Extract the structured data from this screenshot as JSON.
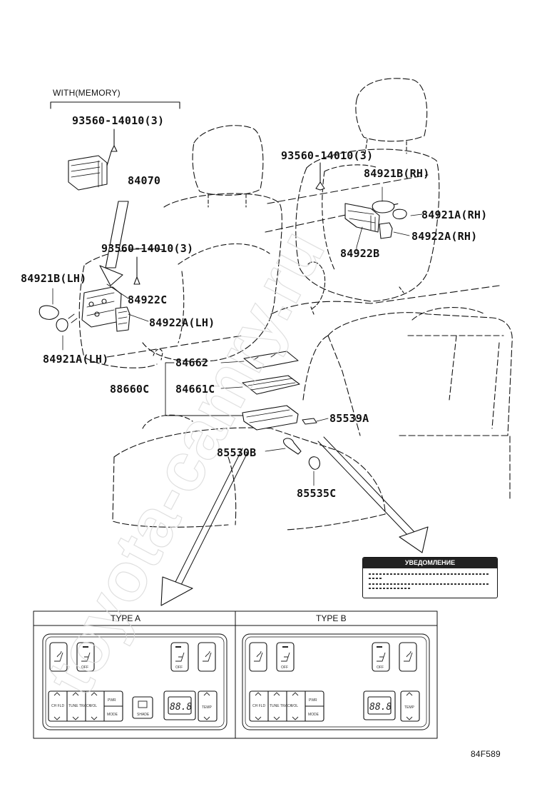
{
  "labels": {
    "with_memory": "WITH(MEMORY)",
    "p93560_top": "93560-14010(3)",
    "p84070": "84070",
    "p93560_mid": "93560-14010(3)",
    "p84921b_lh": "84921B(LH)",
    "p84922c": "84922C",
    "p84922a_lh": "84922A(LH)",
    "p84921a_lh": "84921A(LH)",
    "p93560_right": "93560-14010(3)",
    "p84921b_rh": "84921B(RH)",
    "p84921a_rh": "84921A(RH)",
    "p84922a_rh": "84922A(RH)",
    "p84922b": "84922B",
    "p84662": "84662",
    "p88660c": "88660C",
    "p84661c": "84661C",
    "p85539a": "85539A",
    "p85530b": "85530B",
    "p85535c": "85535C"
  },
  "notice": {
    "title": "УВЕДОМЛЕНИЕ"
  },
  "panels": {
    "type_a": {
      "title": "TYPE A",
      "buttons": [
        "OFF",
        "OFF",
        "CH FLD",
        "TUNE TRACK",
        "VOL",
        "PWR",
        "MODE",
        "SHADE",
        "TEMP"
      ],
      "display": "88.8"
    },
    "type_b": {
      "title": "TYPE B",
      "buttons": [
        "OFF",
        "OFF",
        "CH FLD",
        "TUNE TRACK",
        "VOL",
        "PWR",
        "MODE",
        "TEMP"
      ],
      "display": "88.8"
    }
  },
  "figure_code": "84F589",
  "watermark": "toyota-camry.ru"
}
